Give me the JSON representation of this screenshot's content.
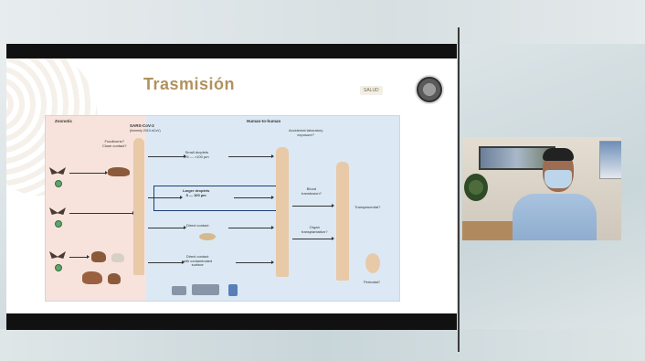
{
  "slide": {
    "title": "Trasmisión",
    "logo_text": "SALUD",
    "zoonotic_label": "Zoonotic",
    "human_label": "Human-to-human",
    "virus_label": "SARS-CoV-2",
    "virus_sub": "(formerly 2019-nCoV)",
    "foodborne": "Foodborne?\nClose contact?",
    "routes": [
      "Small droplets\n>5 — >100 µm",
      "Larger droplets\n5 — 100 µm",
      "Direct contact",
      "Direct contact\nwith contaminated\nsurface"
    ],
    "outcomes": [
      "Accidental laboratory\nexposure?",
      "Blood\ntransfusion?",
      "Organ\ntransplantation?"
    ],
    "transplacental": "Transplacental?",
    "perinatal": "Perinatal?"
  },
  "colors": {
    "title": "#b0925e",
    "zoonotic_bg": "#f7e3dc",
    "human_bg": "#dce9f4",
    "highlight_border": "#1d3d7a",
    "virus_dot": "#5fa46b"
  }
}
